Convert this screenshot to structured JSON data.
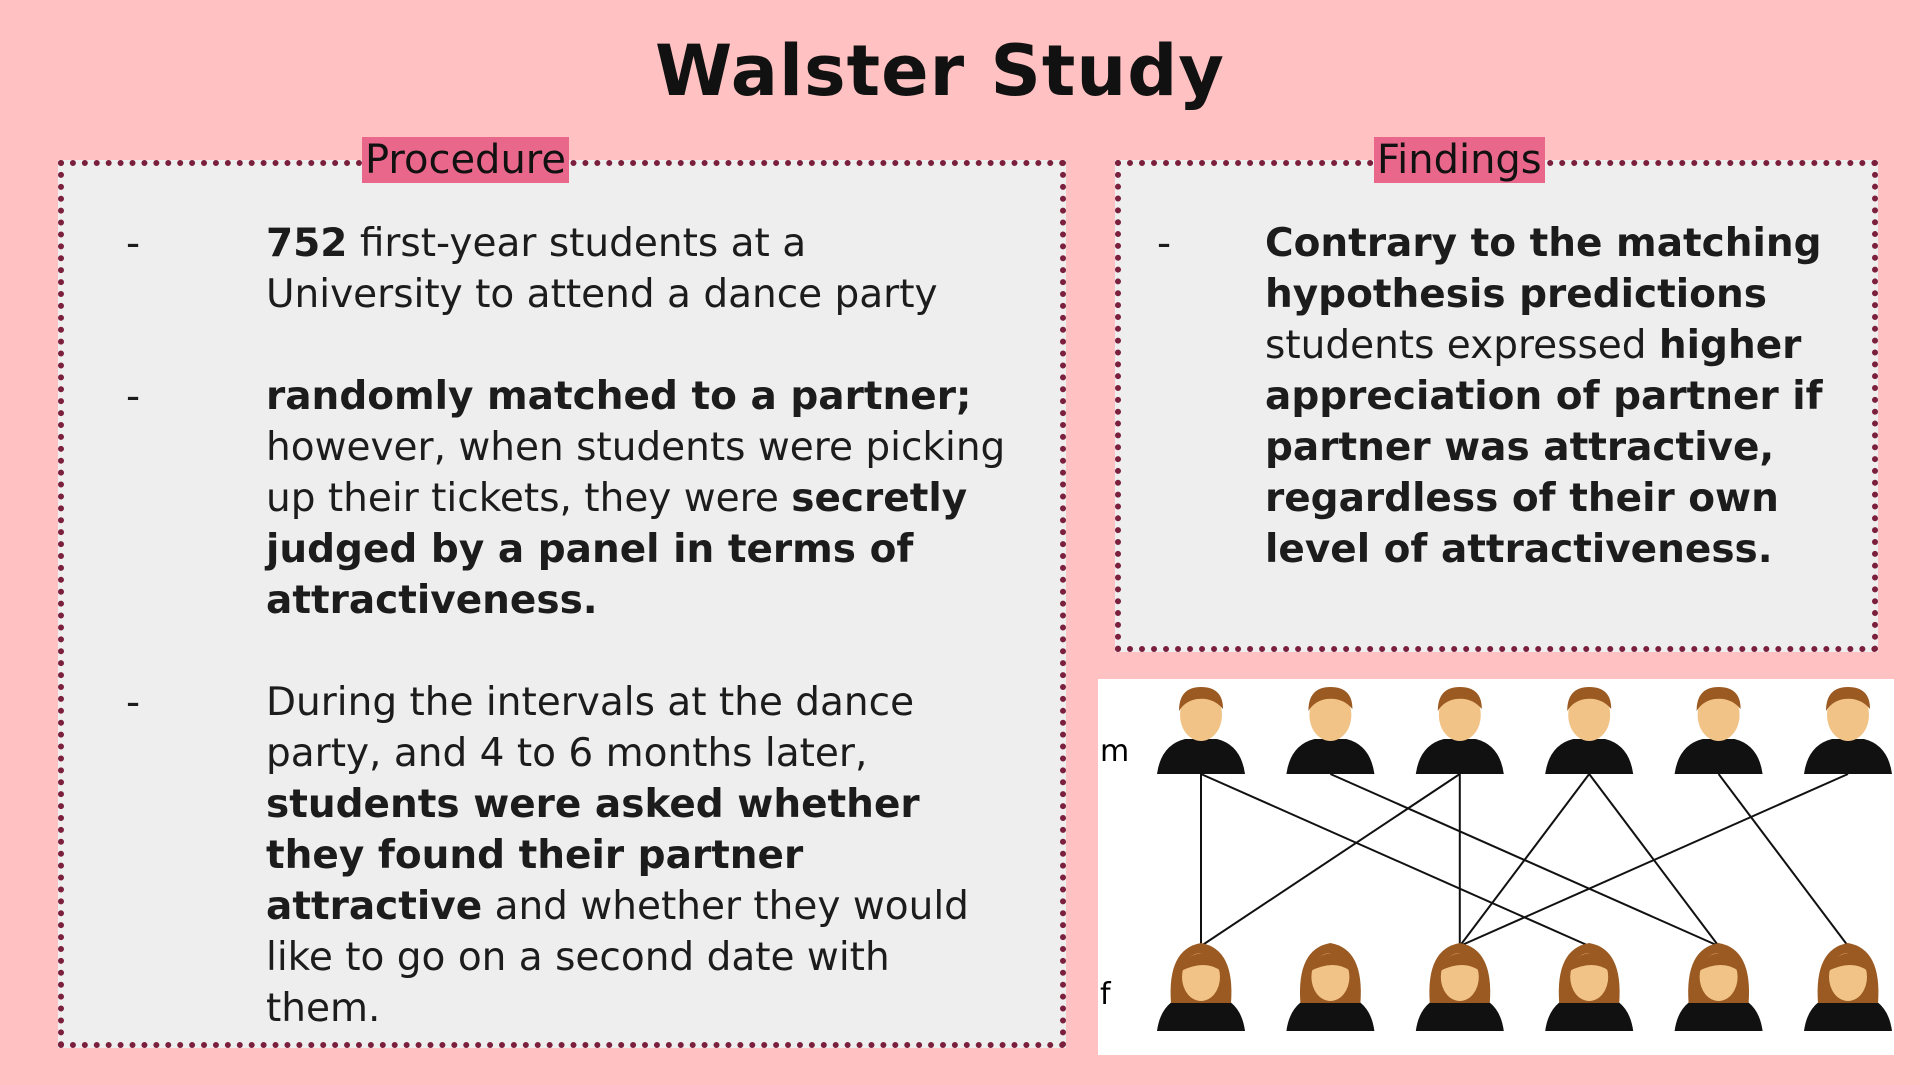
{
  "title": "Walster Study",
  "procedure": {
    "label": "Procedure",
    "bullets": [
      {
        "dash": "-",
        "parts": [
          {
            "text": "752",
            "bold": true
          },
          {
            "text": " first-year students at a University to attend a dance party",
            "bold": false
          }
        ]
      },
      {
        "dash": "-",
        "parts": [
          {
            "text": "randomly matched to a partner;",
            "bold": true
          },
          {
            "text": " however, when students were picking up their tickets, they were ",
            "bold": false
          },
          {
            "text": "secretly judged by a panel in terms of attractiveness.",
            "bold": true
          }
        ]
      },
      {
        "dash": "-",
        "parts": [
          {
            "text": "During the intervals at the dance party, and 4 to 6 months later, ",
            "bold": false
          },
          {
            "text": "students were asked whether they found their partner attractive",
            "bold": true
          },
          {
            "text": " and whether they would like to go on a second date with them.",
            "bold": false
          }
        ]
      }
    ]
  },
  "findings": {
    "label": "Findings",
    "bullets": [
      {
        "dash": "-",
        "parts": [
          {
            "text": "Contrary to the matching hypothesis predictions",
            "bold": true
          },
          {
            "text": " students expressed ",
            "bold": false
          },
          {
            "text": "higher appreciation of  partner if partner was attractive, regardless of their own level of attractiveness.",
            "bold": true
          }
        ]
      }
    ]
  },
  "diagram": {
    "row_label_top": "m",
    "row_label_bottom": "f",
    "male_icon": "male-person-icon",
    "female_icon": "female-person-icon",
    "count_per_row": 6,
    "matches": [
      [
        1,
        1
      ],
      [
        1,
        4
      ],
      [
        2,
        5
      ],
      [
        3,
        1
      ],
      [
        3,
        3
      ],
      [
        4,
        3
      ],
      [
        4,
        5
      ],
      [
        5,
        6
      ],
      [
        6,
        3
      ]
    ]
  }
}
